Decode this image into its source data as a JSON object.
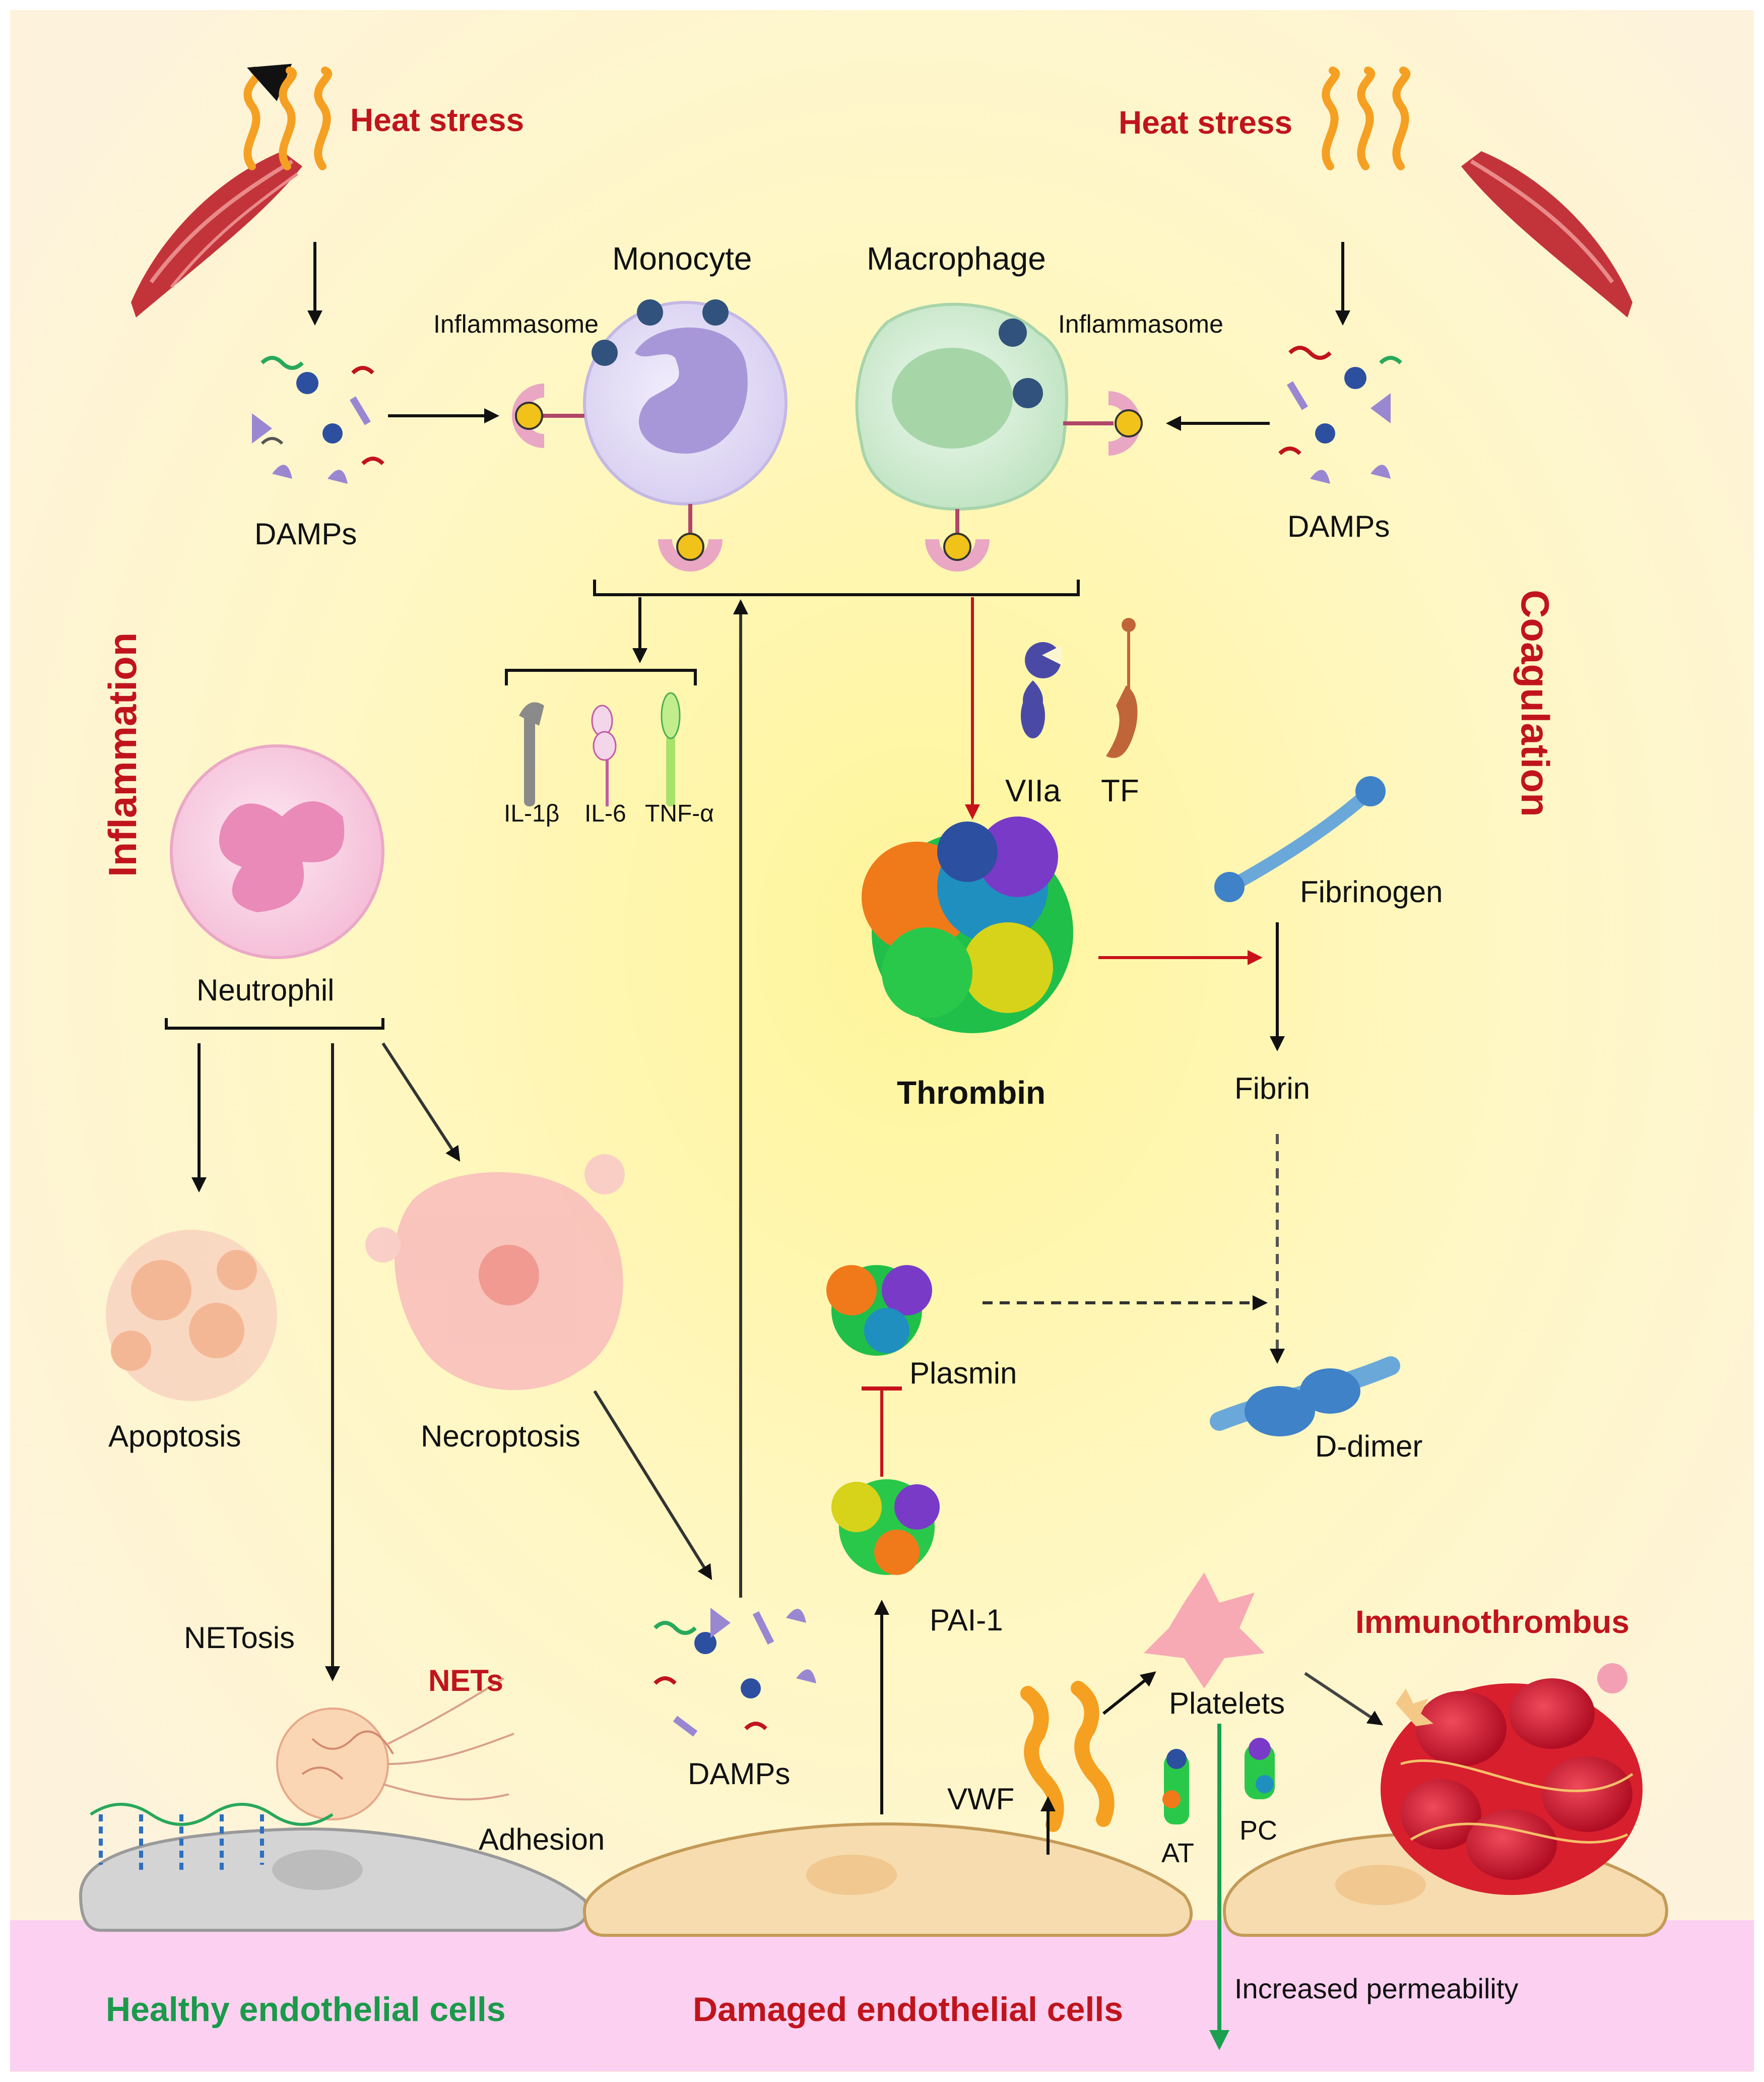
{
  "colors": {
    "background_center": "#fff8a8",
    "background_edge": "#fdf6d4",
    "band": "#fbd0f0",
    "red_title": "#c0141c",
    "green_title": "#1a9a4a",
    "arrow": "#111111",
    "red_arrow": "#c8121a"
  },
  "labels": {
    "heat_stress_left": "Heat stress",
    "heat_stress_right": "Heat stress",
    "monocyte": "Monocyte",
    "macrophage": "Macrophage",
    "inflammasome_left": "Inflammasome",
    "inflammasome_right": "Inflammasome",
    "damps_left": "DAMPs",
    "damps_right": "DAMPs",
    "damps_bottom": "DAMPs",
    "inflammation": "Inflammation",
    "coagulation": "Coagulation",
    "il1b": "IL-1β",
    "il6": "IL-6",
    "tnfa": "TNF-α",
    "viia": "VIIa",
    "tf": "TF",
    "thrombin": "Thrombin",
    "fibrinogen": "Fibrinogen",
    "fibrin": "Fibrin",
    "neutrophil": "Neutrophil",
    "apoptosis": "Apoptosis",
    "necroptosis": "Necroptosis",
    "plasmin": "Plasmin",
    "d_dimer": "D-dimer",
    "pai1": "PAI-1",
    "netosis": "NETosis",
    "nets": "NETs",
    "immunothrombus": "Immunothrombus",
    "platelets": "Platelets",
    "vwf": "VWF",
    "at": "AT",
    "pc": "PC",
    "adhesion": "Adhesion",
    "healthy": "Healthy endothelial cells",
    "damaged": "Damaged endothelial cells",
    "permeability": "Increased permeability"
  }
}
